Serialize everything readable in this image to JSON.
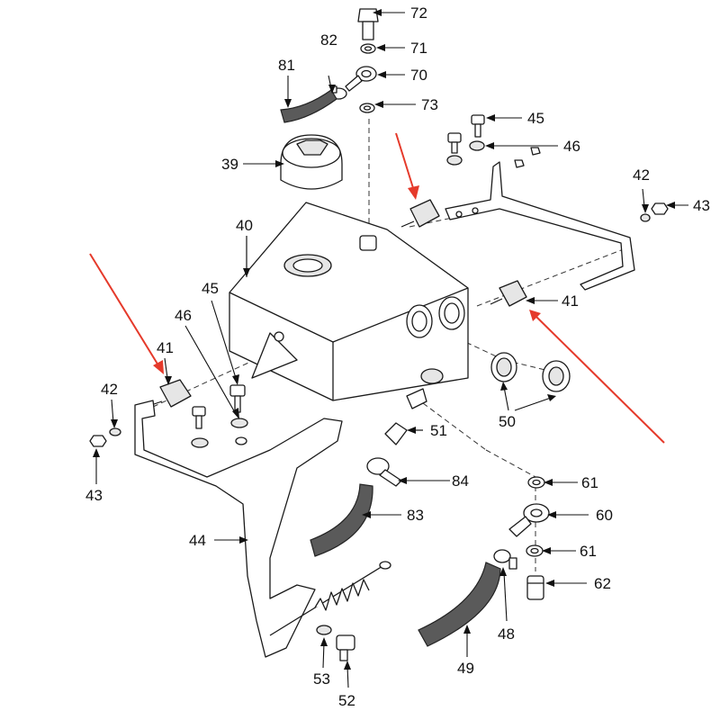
{
  "diagram": {
    "type": "exploded-parts-view",
    "accent_color": "#e53a2b",
    "line_color": "#1a1a1a",
    "callouts": [
      {
        "id": "c72",
        "label": "72"
      },
      {
        "id": "c71",
        "label": "71"
      },
      {
        "id": "c82",
        "label": "82"
      },
      {
        "id": "c81",
        "label": "81"
      },
      {
        "id": "c70",
        "label": "70"
      },
      {
        "id": "c73",
        "label": "73"
      },
      {
        "id": "c45r",
        "label": "45"
      },
      {
        "id": "c46r",
        "label": "46"
      },
      {
        "id": "c39",
        "label": "39"
      },
      {
        "id": "c42r",
        "label": "42"
      },
      {
        "id": "c43r",
        "label": "43"
      },
      {
        "id": "c40",
        "label": "40"
      },
      {
        "id": "c41r",
        "label": "41"
      },
      {
        "id": "c45l",
        "label": "45"
      },
      {
        "id": "c46l",
        "label": "46"
      },
      {
        "id": "c41l",
        "label": "41"
      },
      {
        "id": "c42l",
        "label": "42"
      },
      {
        "id": "c43l",
        "label": "43"
      },
      {
        "id": "c50",
        "label": "50"
      },
      {
        "id": "c51",
        "label": "51"
      },
      {
        "id": "c84",
        "label": "84"
      },
      {
        "id": "c61a",
        "label": "61"
      },
      {
        "id": "c60",
        "label": "60"
      },
      {
        "id": "c83",
        "label": "83"
      },
      {
        "id": "c61b",
        "label": "61"
      },
      {
        "id": "c62",
        "label": "62"
      },
      {
        "id": "c44",
        "label": "44"
      },
      {
        "id": "c48",
        "label": "48"
      },
      {
        "id": "c49",
        "label": "49"
      },
      {
        "id": "c53",
        "label": "53"
      },
      {
        "id": "c52",
        "label": "52"
      }
    ]
  }
}
